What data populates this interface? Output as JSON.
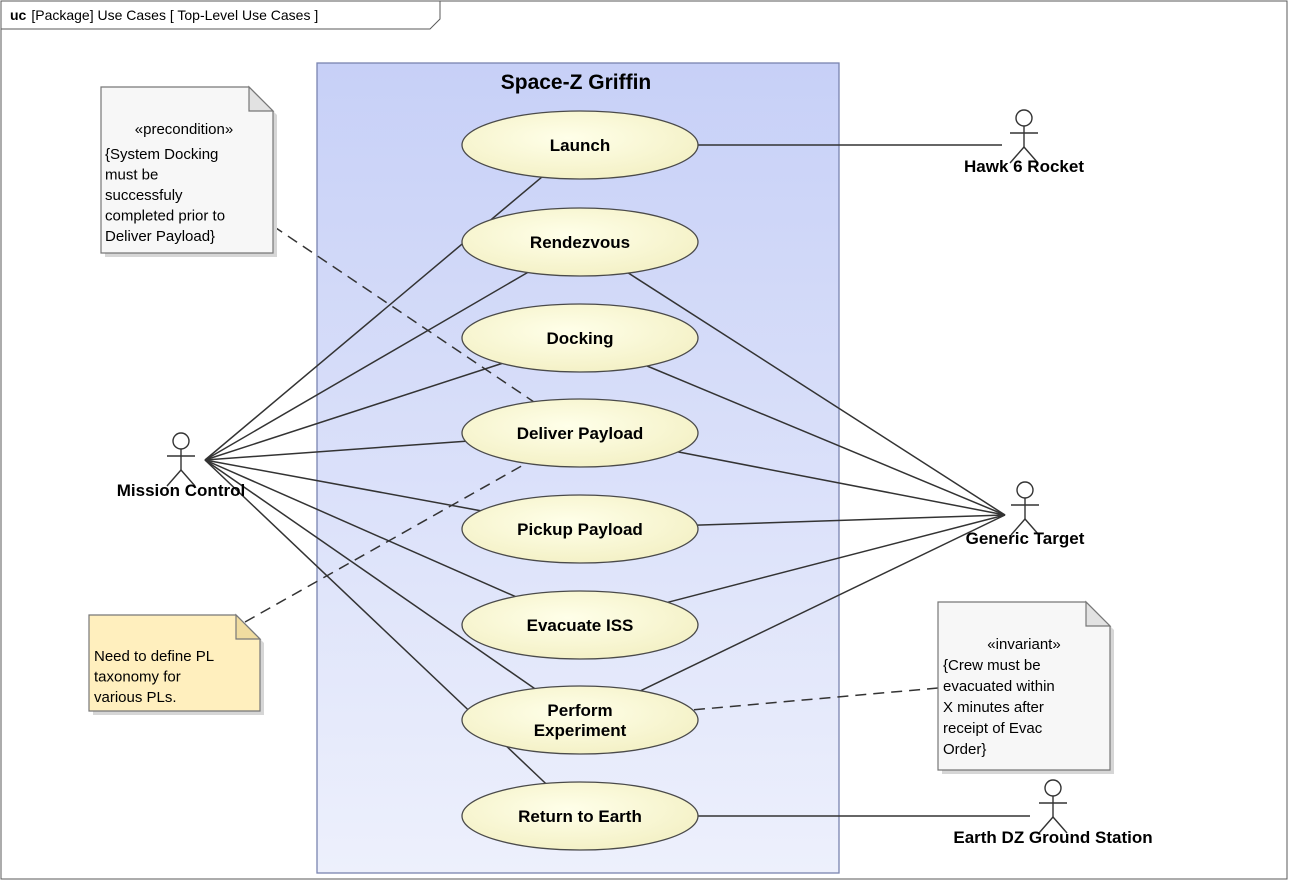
{
  "frame": {
    "kind": "uc",
    "label": "[Package] Use Cases [ Top-Level Use Cases ]"
  },
  "system": {
    "title": "Space-Z Griffin"
  },
  "use_cases": [
    {
      "id": "launch",
      "label": [
        "Launch"
      ]
    },
    {
      "id": "rendezvous",
      "label": [
        "Rendezvous"
      ]
    },
    {
      "id": "docking",
      "label": [
        "Docking"
      ]
    },
    {
      "id": "deliver-payload",
      "label": [
        "Deliver Payload"
      ]
    },
    {
      "id": "pickup-payload",
      "label": [
        "Pickup Payload"
      ]
    },
    {
      "id": "evacuate-iss",
      "label": [
        "Evacuate ISS"
      ]
    },
    {
      "id": "perform-experiment",
      "label": [
        "Perform",
        "Experiment"
      ]
    },
    {
      "id": "return-to-earth",
      "label": [
        "Return to Earth"
      ]
    }
  ],
  "actors": [
    {
      "id": "mission-control",
      "label": "Mission Control"
    },
    {
      "id": "hawk-6-rocket",
      "label": "Hawk 6 Rocket"
    },
    {
      "id": "generic-target",
      "label": "Generic Target"
    },
    {
      "id": "earth-dz-ground-station",
      "label": "Earth DZ Ground Station"
    }
  ],
  "notes": [
    {
      "id": "precondition",
      "stereotype": "«precondition»",
      "lines": [
        "{System Docking",
        "must be",
        "successfuly",
        "completed prior to",
        "Deliver Payload}"
      ]
    },
    {
      "id": "pl-taxonomy",
      "stereotype": "",
      "lines": [
        "Need to define PL",
        "taxonomy for",
        "various PLs."
      ]
    },
    {
      "id": "invariant",
      "stereotype": "«invariant»",
      "lines": [
        "{Crew must be",
        "evacuated within",
        "X minutes after",
        "receipt of Evac",
        "Order}"
      ]
    }
  ],
  "associations": [
    [
      "mission-control",
      "launch"
    ],
    [
      "mission-control",
      "rendezvous"
    ],
    [
      "mission-control",
      "docking"
    ],
    [
      "mission-control",
      "deliver-payload"
    ],
    [
      "mission-control",
      "pickup-payload"
    ],
    [
      "mission-control",
      "evacuate-iss"
    ],
    [
      "mission-control",
      "perform-experiment"
    ],
    [
      "mission-control",
      "return-to-earth"
    ],
    [
      "hawk-6-rocket",
      "launch"
    ],
    [
      "generic-target",
      "rendezvous"
    ],
    [
      "generic-target",
      "docking"
    ],
    [
      "generic-target",
      "deliver-payload"
    ],
    [
      "generic-target",
      "pickup-payload"
    ],
    [
      "generic-target",
      "evacuate-iss"
    ],
    [
      "generic-target",
      "perform-experiment"
    ],
    [
      "earth-dz-ground-station",
      "return-to-earth"
    ]
  ],
  "note_links": [
    [
      "precondition",
      "deliver-payload"
    ],
    [
      "pl-taxonomy",
      "deliver-payload"
    ],
    [
      "invariant",
      "perform-experiment"
    ]
  ],
  "colors": {
    "frame_stroke": "#5a5a5a",
    "system_fill_top": "#c7d0f7",
    "system_fill_bottom": "#edf0fc",
    "system_stroke": "#7a84b0",
    "usecase_fill_center": "#ffffe9",
    "usecase_fill_edge": "#f3f0c4",
    "usecase_stroke": "#4a4a4a",
    "line": "#333333",
    "note_fill": "#f7f7f7",
    "note_fold": "#e2e2e2",
    "note_stroke": "#777777",
    "note_yellow_fill": "#ffefbe",
    "note_yellow_fold": "#f0dca0"
  }
}
